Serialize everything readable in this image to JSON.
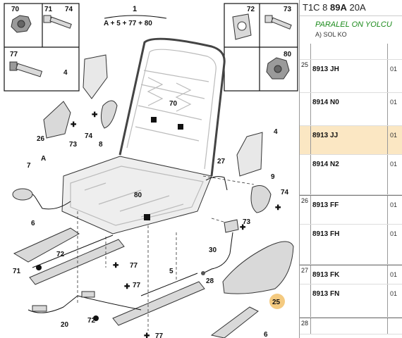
{
  "diagram": {
    "top_label": {
      "number": "1",
      "formula": "A + 5 + 77 + 80"
    },
    "corner_boxes": [
      {
        "labels": [
          "70",
          "71",
          "74",
          "77"
        ]
      },
      {
        "labels": [
          "72",
          "73",
          "80"
        ]
      }
    ],
    "callouts": [
      "4",
      "70",
      "26",
      "74",
      "73",
      "8",
      "4",
      "A",
      "7",
      "27",
      "9",
      "74",
      "80",
      "6",
      "72",
      "71",
      "77",
      "73",
      "30",
      "28",
      "5",
      "77",
      "25",
      "20",
      "72",
      "77",
      "6"
    ]
  },
  "panel": {
    "header": {
      "prefix": "T1C 8",
      "bold": "89A",
      "suffix": "20A"
    },
    "description": "PARALEL ON YOLCU",
    "description_sub": "A) SOL KO",
    "rows": [
      {
        "idx": "",
        "ref": "",
        "num": ""
      },
      {
        "idx": "25",
        "ref": "8913 JH",
        "num": "01"
      },
      {
        "idx": "",
        "ref": "8914 N0",
        "num": "01"
      },
      {
        "idx": "",
        "ref": "8913 JJ",
        "num": "01",
        "highlight": true
      },
      {
        "idx": "",
        "ref": "8914 N2",
        "num": "01"
      },
      {
        "idx": "26",
        "ref": "8913 FF",
        "num": "01"
      },
      {
        "idx": "",
        "ref": "8913 FH",
        "num": "01"
      },
      {
        "idx": "27",
        "ref": "8913 FK",
        "num": "01"
      },
      {
        "idx": "",
        "ref": "8913 FN",
        "num": "01"
      },
      {
        "idx": "28",
        "ref": "",
        "num": ""
      }
    ]
  }
}
